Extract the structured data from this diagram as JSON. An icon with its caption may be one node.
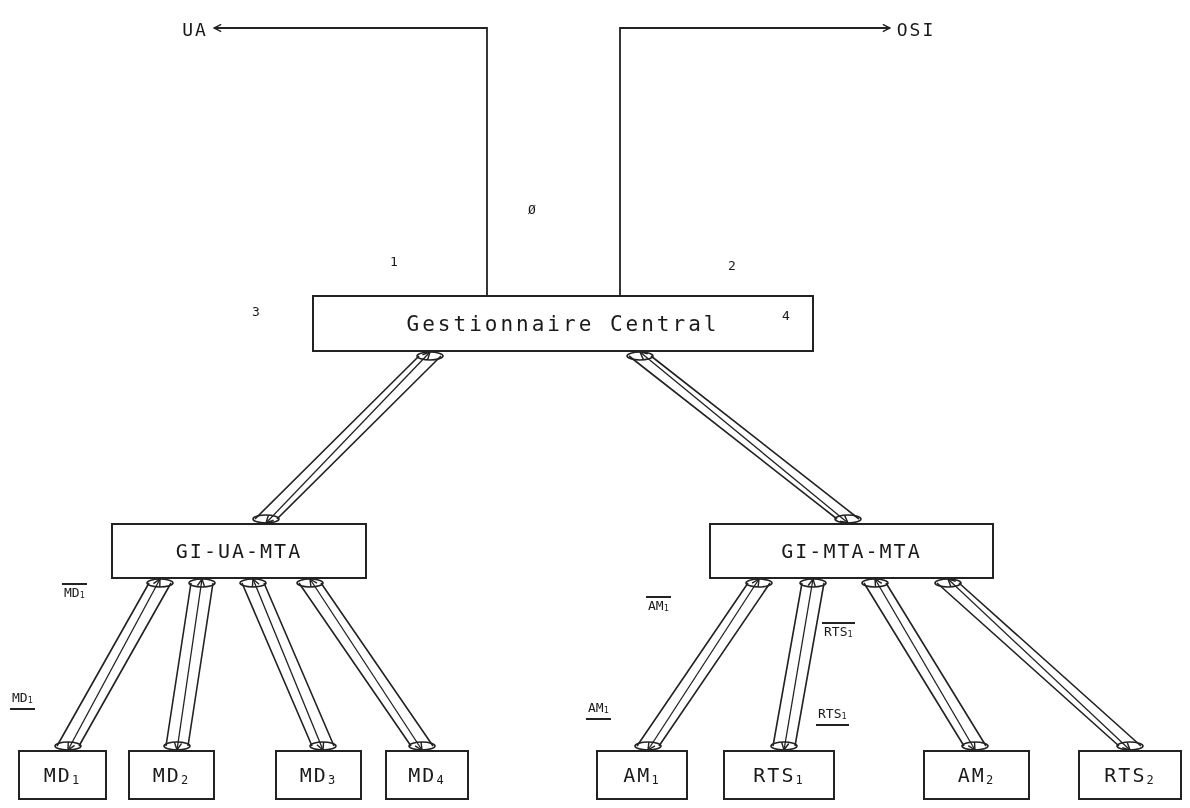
{
  "diagram": {
    "nodes": [
      {
        "text": [
          "UA"
        ]
      },
      {
        "text": [
          "OSI"
        ]
      },
      {
        "text": [
          "Gestionnaire Central"
        ]
      },
      {
        "text": [
          "GI-UA-MTA"
        ]
      },
      {
        "text": [
          "GI-MTA-MTA"
        ]
      },
      {
        "text": [
          "MD$_{1}$"
        ]
      },
      {
        "text": [
          "MD$_{2}$"
        ]
      },
      {
        "text": [
          "MD$_{3}$"
        ]
      },
      {
        "text": [
          "MD$_{4}$"
        ]
      },
      {
        "text": [
          "AM$_{1}$"
        ]
      },
      {
        "text": [
          "RTS$_{1}$"
        ]
      },
      {
        "text": [
          "AM$_{2}$"
        ]
      },
      {
        "text": [
          "RTS$_{2}$"
        ]
      }
    ],
    "edges": [
      {
        "from": 2,
        "to": 0,
        "arrow": "to"
      },
      {
        "from": 2,
        "to": 1,
        "arrow": "to"
      },
      {
        "from": 2,
        "to": 3,
        "arrow": "both"
      },
      {
        "from": 2,
        "to": 4,
        "arrow": "both"
      },
      {
        "from": 3,
        "to": 5,
        "arrow": "both"
      },
      {
        "from": 3,
        "to": 6,
        "arrow": "both"
      },
      {
        "from": 3,
        "to": 7,
        "arrow": "both"
      },
      {
        "from": 3,
        "to": 8,
        "arrow": "both"
      },
      {
        "from": 4,
        "to": 9,
        "arrow": "both"
      },
      {
        "from": 4,
        "to": 10,
        "arrow": "both"
      },
      {
        "from": 4,
        "to": 11,
        "arrow": "both"
      },
      {
        "from": 4,
        "to": 12,
        "arrow": "both"
      }
    ],
    "labels": [
      "Ø",
      "1",
      "2",
      "3",
      "4",
      "MD$_{1}$",
      "AM$_{1}$",
      "RTS$_{1}$",
      "MD$_{1}$",
      "AM$_{1}$",
      "RTS$_{1}$"
    ]
  }
}
